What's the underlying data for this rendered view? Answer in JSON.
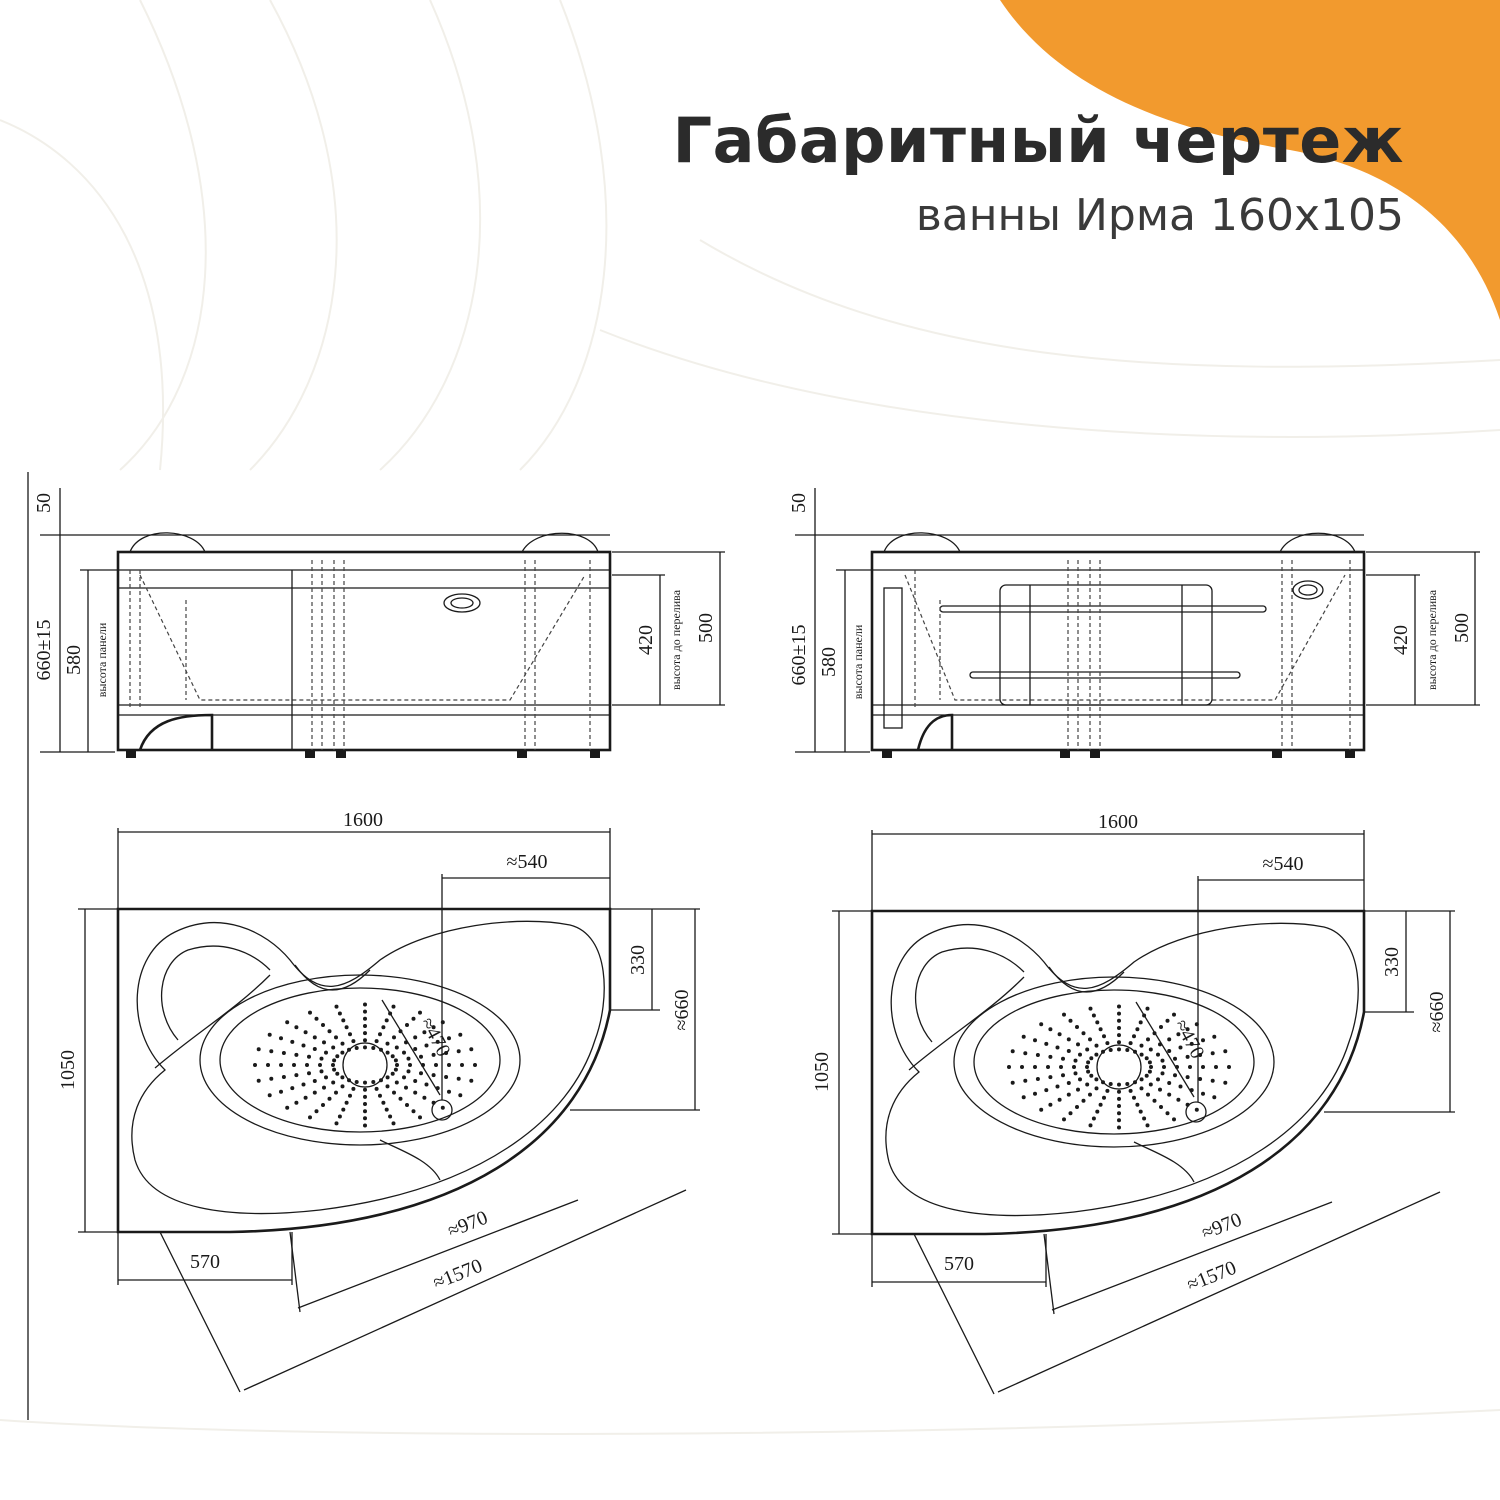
{
  "header": {
    "title": "Габаритный чертеж",
    "subtitle": "ванны Ирма 160х105"
  },
  "colors": {
    "accent": "#F29A2E",
    "background": "#FFFFFF",
    "line": "#1A1A1A"
  },
  "side_views": [
    {
      "id": "left",
      "dims": {
        "top_gap": "50",
        "total_height": "660±15",
        "panel_height": "580",
        "panel_label": "высота панели",
        "overflow_height": "420",
        "overflow_label": "высота до перелива",
        "depth": "500"
      }
    },
    {
      "id": "right",
      "dims": {
        "top_gap": "50",
        "total_height": "660±15",
        "panel_height": "580",
        "panel_label": "высота панели",
        "overflow_height": "420",
        "overflow_label": "высота до перелива",
        "depth": "500"
      }
    }
  ],
  "plan_views": [
    {
      "id": "left",
      "dims": {
        "length": "1600",
        "offset_top": "≈540",
        "width": "1050",
        "depth_330": "330",
        "depth_660": "≈660",
        "radius_470": "≈470",
        "diag_970": "≈970",
        "diag_1570": "≈1570",
        "offset_570": "570"
      }
    },
    {
      "id": "right",
      "dims": {
        "length": "1600",
        "offset_top": "≈540",
        "width": "1050",
        "depth_330": "330",
        "depth_660": "≈660",
        "radius_470": "≈470",
        "diag_970": "≈970",
        "diag_1570": "≈1570",
        "offset_570": "570"
      }
    }
  ]
}
